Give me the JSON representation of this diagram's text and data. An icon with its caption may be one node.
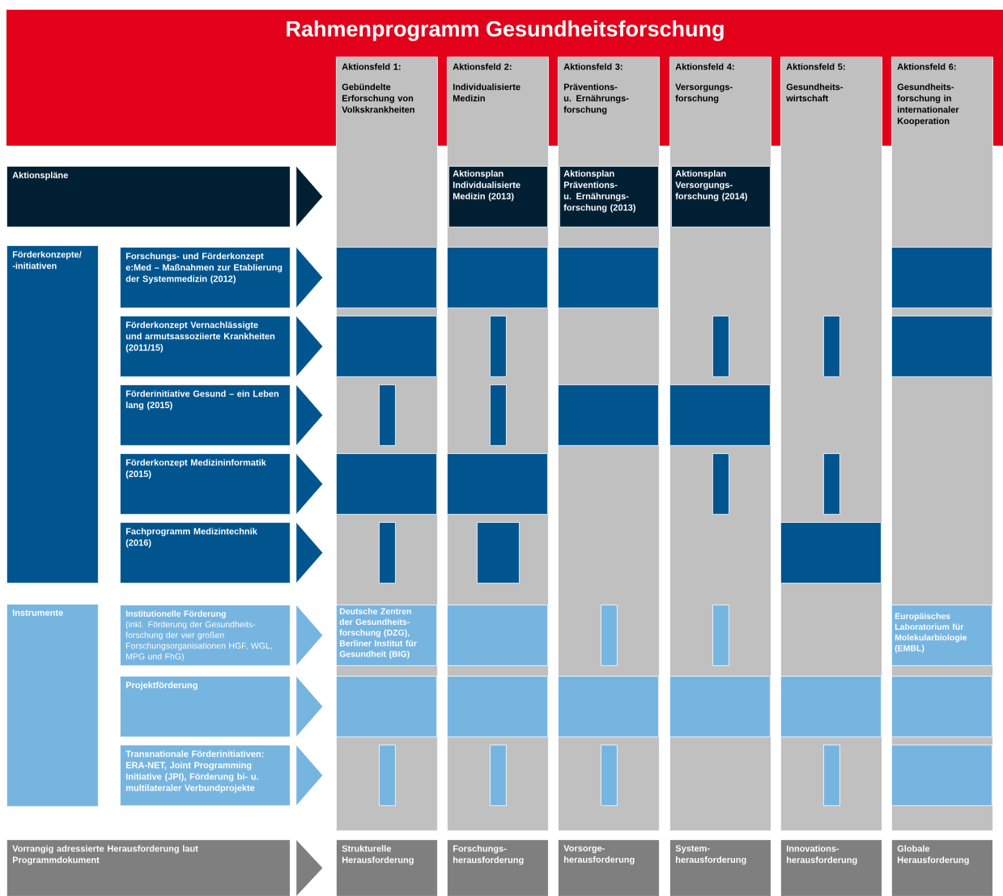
{
  "diagram": {
    "title": "Rahmenprogramm Gesundheitsforschung",
    "nodes": [
      {
        "text": [
          "Aktionsfeld 1:",
          "Gebündelte Erforschung von Volkskrankheiten"
        ]
      },
      {
        "text": [
          "Aktionsfeld 2:",
          "Individualisierte Medizin"
        ]
      },
      {
        "text": [
          "Aktionsfeld 3:",
          "Präventions- u. Ernährungs- forschung"
        ]
      },
      {
        "text": [
          "Aktionsfeld 4:",
          "Versorgungs- forschung"
        ]
      },
      {
        "text": [
          "Aktionsfeld 5:",
          "Gesundheits- wirtschaft"
        ]
      },
      {
        "text": [
          "Aktionsfeld 6:",
          "Gesundheits- forschung in internationaler Kooperation"
        ]
      },
      {
        "text": [
          "Aktionsplan Individualisierte Medizin (2013)"
        ],
        "in": 1
      },
      {
        "text": [
          "Aktionsplan Präventions- u. Ernährungs- forschung (2013)"
        ],
        "in": 2
      },
      {
        "text": [
          "Aktionsplan Versorgungs- forschung (2014)"
        ],
        "in": 3
      },
      {
        "text": [
          "Aktionspläne"
        ]
      },
      {
        "text": [
          "Förderkonzepte/ -initiativen"
        ]
      },
      {
        "text": [
          "Forschungs- und Förderkonzept e:Med – Maßnahmen zur Etablierung der Systemmedizin (2012)"
        ]
      },
      {
        "text": [
          "Förderkonzept Vernachlässigte und armutsassoziierte Krankheiten (2011/15)"
        ]
      },
      {
        "text": [
          "Förderinitiative Gesund – ein Leben lang (2015)"
        ]
      },
      {
        "text": [
          "Förderkonzept Medizininformatik (2015)"
        ]
      },
      {
        "text": [
          "Fachprogramm Medizintechnik (2016)"
        ]
      },
      {
        "text": [
          "Instrumente"
        ]
      },
      {
        "text": [
          "Institutionelle Förderung",
          "(inkl. Förderung der Gesundheits- forschung der vier großen Forschungsorganisationen HGF, WGL, MPG und FhG)"
        ]
      },
      {
        "text": [
          "Projektförderung"
        ]
      },
      {
        "text": [
          "Transnationale Förderinitiativen: ERA-NET, Joint Programming Initiative (JPI), Förderung bi- u. multilateraler Verbundprojekte"
        ]
      },
      {
        "text": [],
        "shape": "bar",
        "in": 0
      },
      {
        "text": [],
        "shape": "bar",
        "in": 1
      },
      {
        "text": [],
        "shape": "bar",
        "in": 2
      },
      {
        "text": [],
        "shape": "bar",
        "in": 5
      },
      {
        "text": [],
        "shape": "bar",
        "in": 0
      },
      {
        "text": [],
        "shape": "bar",
        "in": 1
      },
      {
        "text": [],
        "shape": "bar",
        "in": 3
      },
      {
        "text": [],
        "shape": "bar",
        "in": 4
      },
      {
        "text": [],
        "shape": "bar",
        "in": 5
      },
      {
        "text": [],
        "shape": "bar",
        "in": 0
      },
      {
        "text": [],
        "shape": "bar",
        "in": 1
      },
      {
        "text": [],
        "shape": "bar",
        "in": 2
      },
      {
        "text": [],
        "shape": "bar",
        "in": 3
      },
      {
        "text": [],
        "shape": "bar",
        "in": 0
      },
      {
        "text": [],
        "shape": "bar",
        "in": 1
      },
      {
        "text": [],
        "shape": "bar",
        "in": 3
      },
      {
        "text": [],
        "shape": "bar",
        "in": 4
      },
      {
        "text": [],
        "shape": "bar",
        "in": 0
      },
      {
        "text": [],
        "shape": "bar",
        "in": 1
      },
      {
        "text": [],
        "shape": "bar",
        "in": 4
      },
      {
        "text": [
          "Deutsche Zentren der Gesundheits- forschung (DZG), Berliner Institut für Gesundheit (BIG)"
        ],
        "in": 0
      },
      {
        "text": [],
        "shape": "bar",
        "in": 1
      },
      {
        "text": [],
        "shape": "bar",
        "in": 2
      },
      {
        "text": [],
        "shape": "bar",
        "in": 3
      },
      {
        "text": [
          "Europäisches Laboratorium für Molekularbiologie (EMBL)"
        ],
        "in": 5
      },
      {
        "text": [],
        "shape": "bar",
        "in": 0
      },
      {
        "text": [],
        "shape": "bar",
        "in": 1
      },
      {
        "text": [],
        "shape": "bar",
        "in": 2
      },
      {
        "text": [],
        "shape": "bar",
        "in": 3
      },
      {
        "text": [],
        "shape": "bar",
        "in": 4
      },
      {
        "text": [],
        "shape": "bar",
        "in": 5
      },
      {
        "text": [],
        "shape": "bar",
        "in": 0
      },
      {
        "text": [],
        "shape": "bar",
        "in": 1
      },
      {
        "text": [],
        "shape": "bar",
        "in": 2
      },
      {
        "text": [],
        "shape": "bar",
        "in": 4
      },
      {
        "text": [],
        "shape": "bar",
        "in": 5
      },
      {
        "text": [
          "Vorrangig adressierte Herausforderung laut Programmdokument"
        ]
      },
      {
        "text": [
          "Strukturelle Herausforderung"
        ]
      },
      {
        "text": [
          "Forschungs- herausforderung"
        ]
      },
      {
        "text": [
          "Vorsorge- herausforderung"
        ]
      },
      {
        "text": [
          "System- herausforderung"
        ]
      },
      {
        "text": [
          "Innovations- herausforderung"
        ]
      },
      {
        "text": [
          "Globale Herausforderung"
        ]
      }
    ],
    "edges": [
      {
        "from": 9,
        "to": null,
        "arrow": "to"
      },
      {
        "from": 11,
        "to": null,
        "arrow": "to"
      },
      {
        "from": 12,
        "to": null,
        "arrow": "to"
      },
      {
        "from": 13,
        "to": null,
        "arrow": "to"
      },
      {
        "from": 14,
        "to": null,
        "arrow": "to"
      },
      {
        "from": 15,
        "to": null,
        "arrow": "to"
      },
      {
        "from": 17,
        "to": null,
        "arrow": "to"
      },
      {
        "from": 18,
        "to": null,
        "arrow": "to"
      },
      {
        "from": 19,
        "to": null,
        "arrow": "to"
      },
      {
        "from": 56,
        "to": null,
        "arrow": "to"
      }
    ]
  }
}
